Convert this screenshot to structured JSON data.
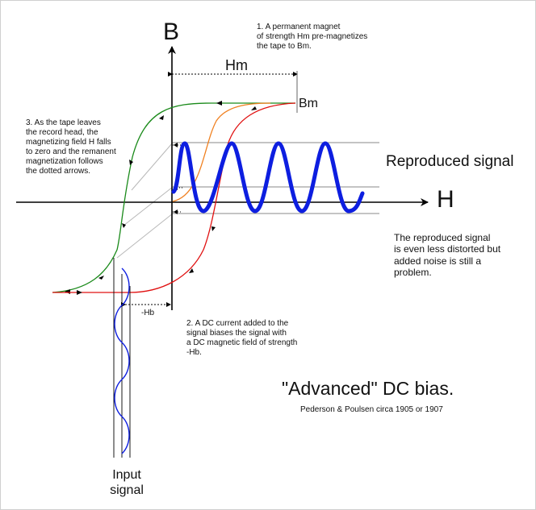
{
  "axes": {
    "y_label": "B",
    "x_label": "H"
  },
  "labels": {
    "hm": "Hm",
    "bm": "Bm",
    "neg_hb": "-Hb",
    "reproduced_signal": "Reproduced signal",
    "input_signal": "Input\nsignal"
  },
  "notes": {
    "note1": "1. A permanent magnet\nof strength Hm pre-magnetizes\nthe tape to Bm.",
    "note2": "2. A DC current added to the\nsignal biases the signal with\na DC magnetic field of strength\n-Hb.",
    "note3": "3. As the tape leaves\nthe record head, the\nmagnetizing field H falls\nto zero and the remanent\nmagnetization follows\nthe dotted arrows.",
    "note4": "The reproduced signal\nis even less distorted but\nadded noise is still a\nproblem."
  },
  "title": "\"Advanced\" DC bias.",
  "subtitle": "Pederson & Poulsen circa 1905 or 1907",
  "colors": {
    "green_curve": "#1a8a1a",
    "red_curve": "#e01010",
    "orange_curve": "#f08020",
    "signal": "#0d1ee0",
    "guide_lines": "#8a8a8a",
    "axes": "#000000"
  }
}
